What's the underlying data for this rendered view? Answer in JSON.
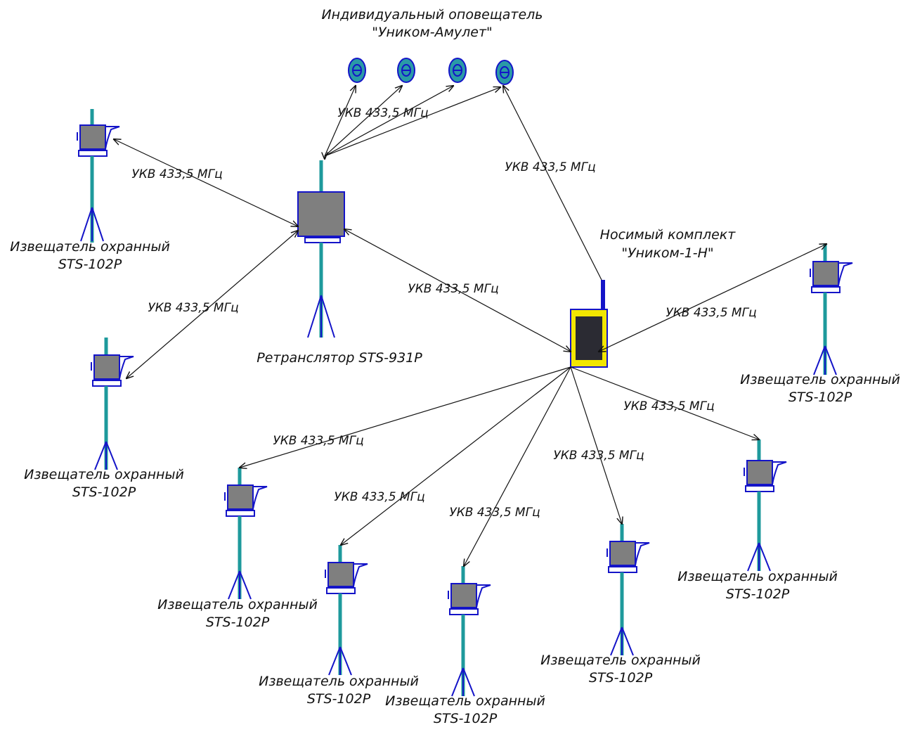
{
  "amulet_group": {
    "title_line1": "Индивидуальный оповещатель",
    "title_line2": "\"Уником-Амулет\""
  },
  "repeater": {
    "label": "Ретранслятор STS-931P"
  },
  "portable_kit": {
    "title_line1": "Носимый комплект",
    "title_line2": "\"Уником-1-Н\""
  },
  "link_label": "УКВ 433,5 МГц",
  "detectors": [
    {
      "line1": "Извещатель охранный",
      "line2": "STS-102P"
    },
    {
      "line1": "Извещатель охранный",
      "line2": "STS-102P"
    },
    {
      "line1": "Извещатель охранный",
      "line2": "STS-102P"
    },
    {
      "line1": "Извещатель охранный",
      "line2": "STS-102P"
    },
    {
      "line1": "Извещатель охранный",
      "line2": "STS-102P"
    },
    {
      "line1": "Извещатель охранный",
      "line2": "STS-102P"
    },
    {
      "line1": "Извещатель охранный",
      "line2": "STS-102P"
    },
    {
      "line1": "Извещатель охранный",
      "line2": "STS-102P"
    }
  ],
  "links": [
    {
      "label": "УКВ 433,5 МГц"
    },
    {
      "label": "УКВ 433,5 МГц"
    },
    {
      "label": "УКВ 433,5 МГц"
    },
    {
      "label": "УКВ 433,5 МГц"
    },
    {
      "label": "УКВ 433,5 МГц"
    },
    {
      "label": "УКВ 433,5 МГц"
    },
    {
      "label": "УКВ 433,5 МГц"
    },
    {
      "label": "УКВ 433,5 МГц"
    },
    {
      "label": "УКВ 433,5 МГц"
    },
    {
      "label": "УКВ 433,5 МГц"
    },
    {
      "label": "УКВ 433,5 МГц"
    },
    {
      "label": "УКВ 433,5 МГц"
    }
  ],
  "colors": {
    "pole": "#1e9a9c",
    "outline": "#1414c8",
    "device_body": "#7f7f7f",
    "kit_frame": "#f2e600",
    "kit_screen": "#2b2b33",
    "amulet_fill": "#2a9aa6"
  }
}
